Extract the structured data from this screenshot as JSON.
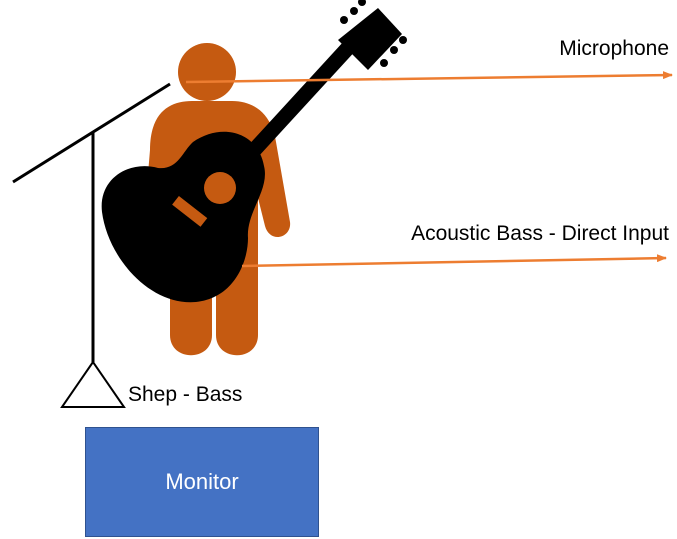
{
  "labels": {
    "microphone": "Microphone",
    "direct_input": "Acoustic Bass - Direct Input",
    "player": "Shep - Bass",
    "monitor": "Monitor"
  },
  "colors": {
    "person": "#c55a11",
    "signal_arrow": "#ed7d31",
    "guitar": "#000000",
    "monitor_fill": "#4472c4",
    "monitor_border": "#2f528f",
    "monitor_text": "#ffffff"
  },
  "icons": {
    "performer": "person-icon",
    "instrument": "acoustic-guitar-icon",
    "stand": "mic-stand-icon"
  }
}
